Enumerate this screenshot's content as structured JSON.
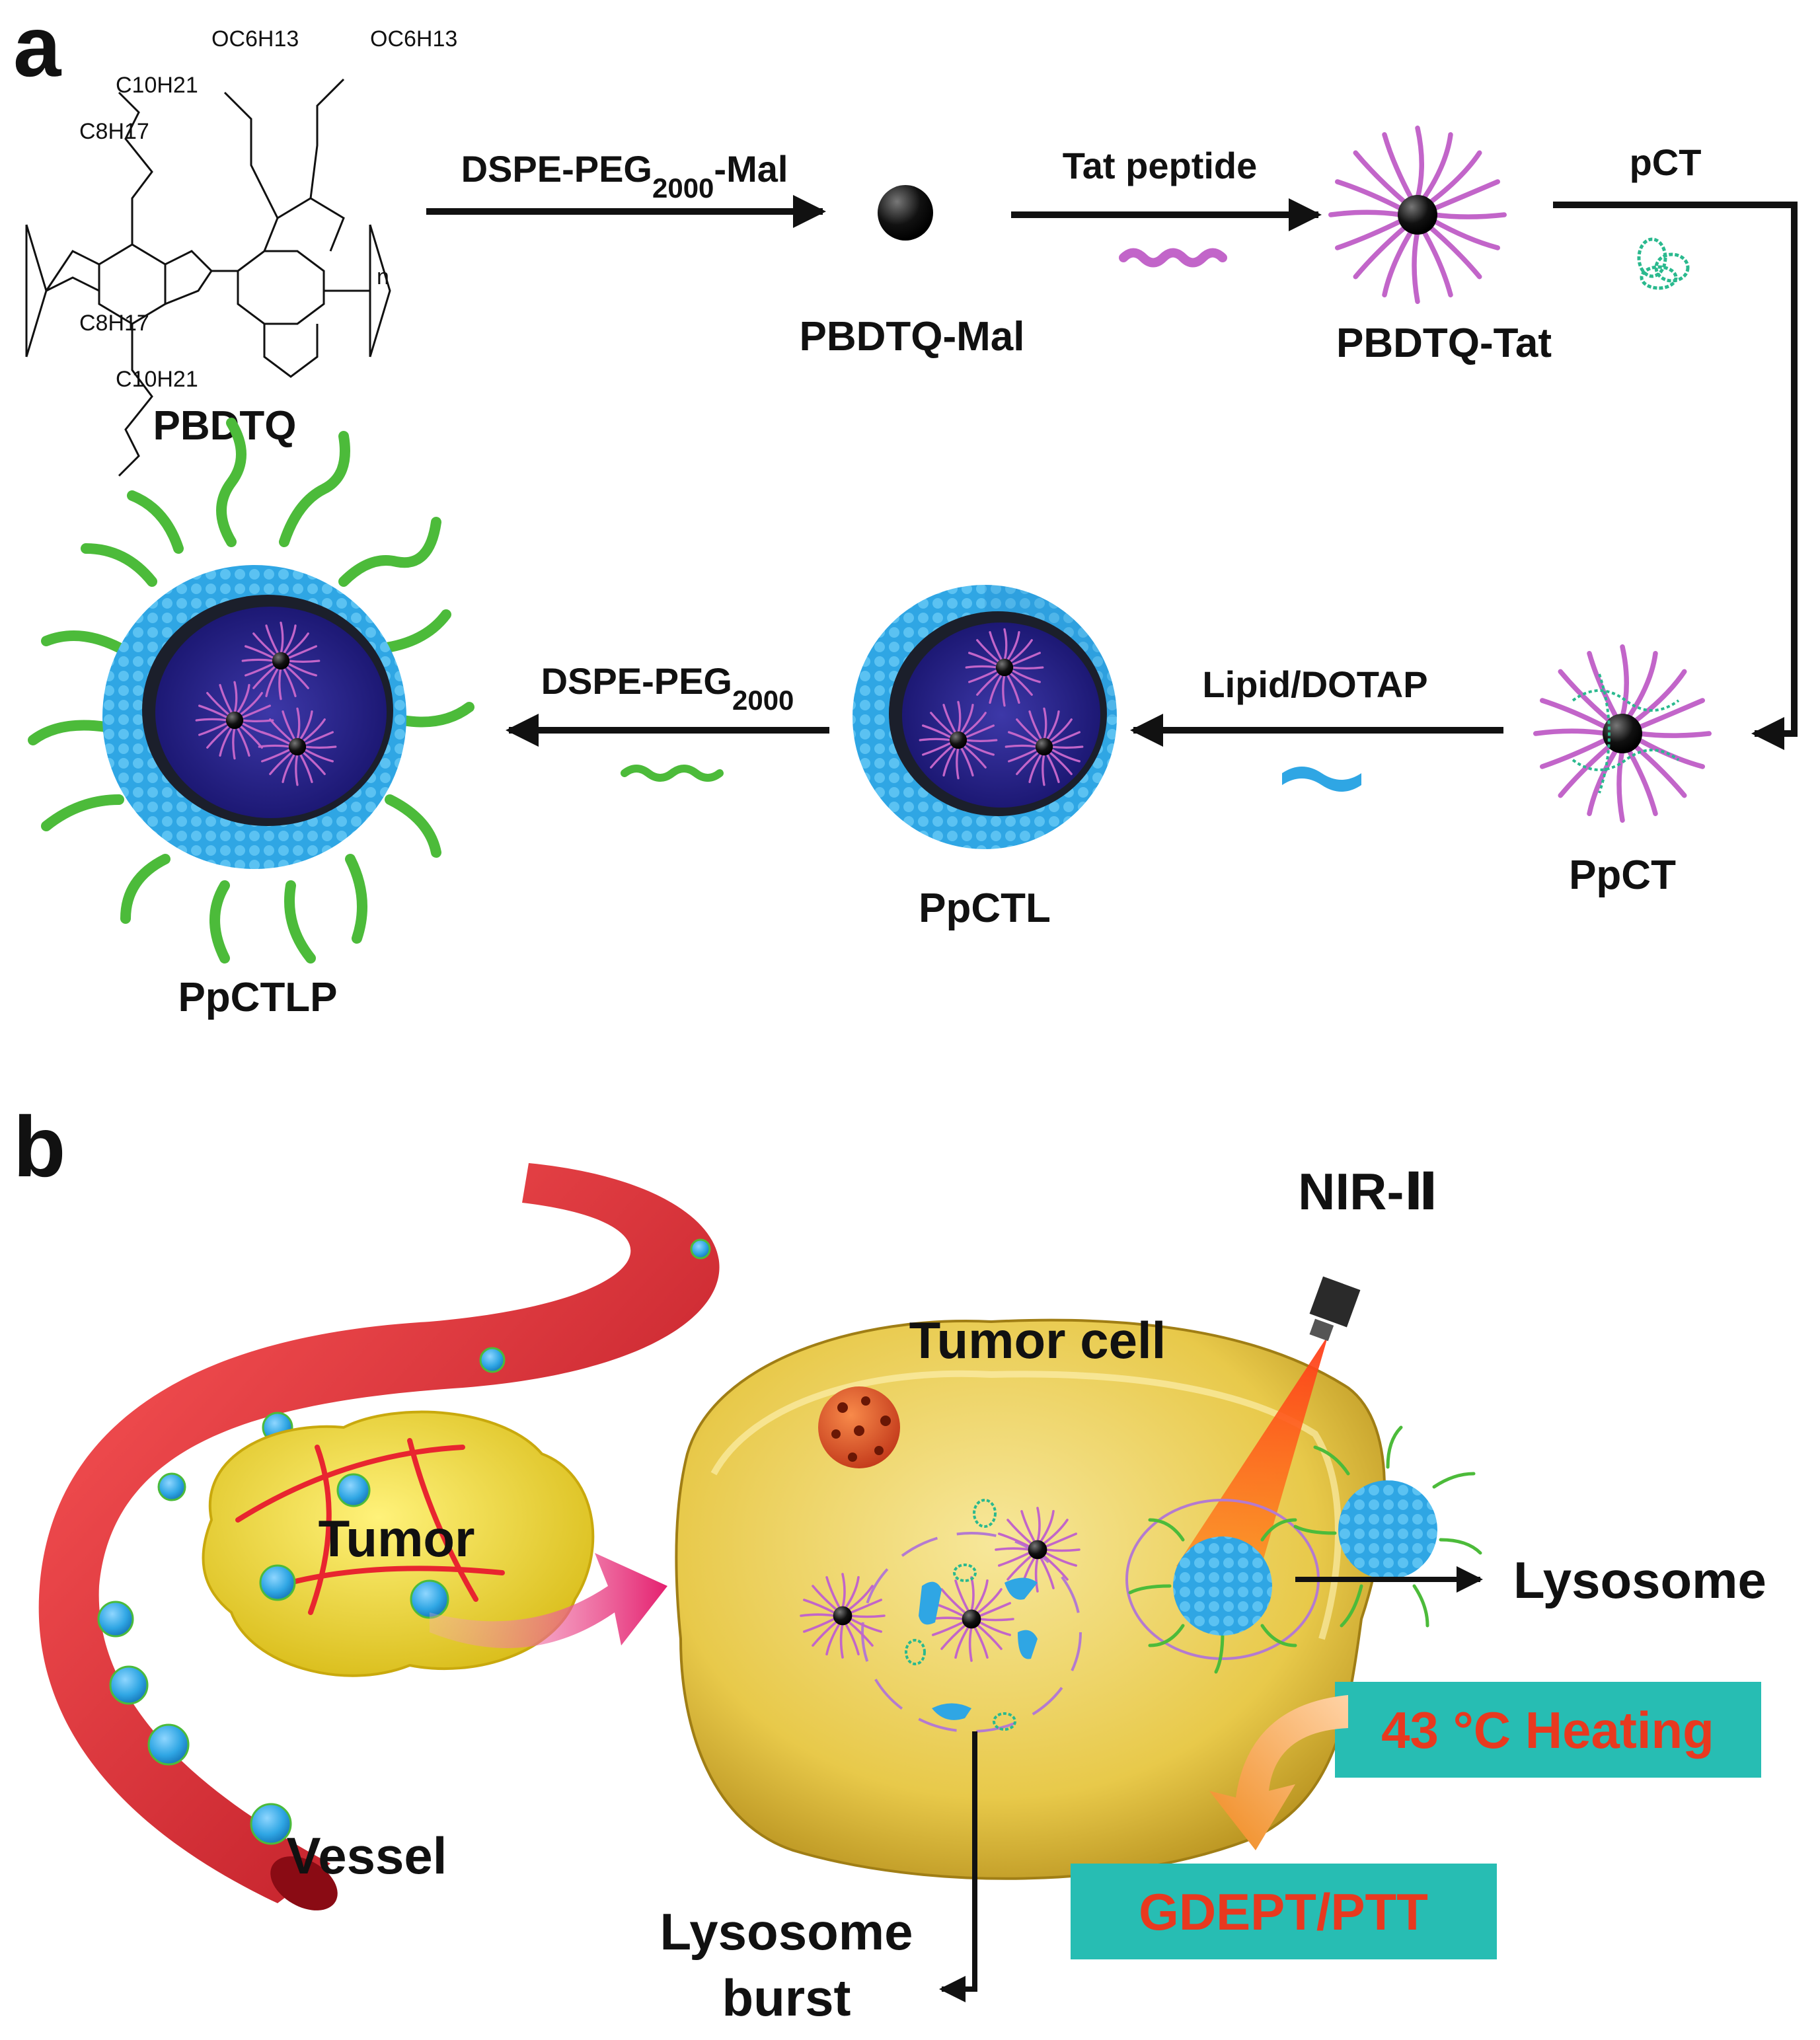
{
  "panel_a": {
    "panel_label": "a",
    "monomer_label": "PBDTQ",
    "chem_groups": {
      "oc6h13_left": "OC6H13",
      "oc6h13_right": "OC6H13",
      "c10h21_top": "C10H21",
      "c8h17_top": "C8H17",
      "c8h17_bottom": "C8H17",
      "c10h21_bottom": "C10H21",
      "repeat_n": "n"
    },
    "steps": {
      "step1": {
        "reagent_main": "DSPE-PEG",
        "reagent_sub": "2000",
        "reagent_tail": "-Mal"
      },
      "step2": {
        "reagent": "Tat peptide"
      },
      "step3": {
        "reagent": "pCT"
      },
      "step4": {
        "reagent": "Lipid/DOTAP"
      },
      "step5": {
        "reagent_main": "DSPE-PEG",
        "reagent_sub": "2000"
      }
    },
    "products": {
      "p1": "PBDTQ-Mal",
      "p2": "PBDTQ-Tat",
      "p3": "PpCT",
      "p4": "PpCTL",
      "p5": "PpCTLP"
    }
  },
  "panel_b": {
    "panel_label": "b",
    "laser": "NIR-Ⅱ",
    "tumor_cell": "Tumor cell",
    "tumor": "Tumor",
    "lysosome": "Lysosome",
    "vessel": "Vessel",
    "lysosome_burst_1": "Lysosome",
    "lysosome_burst_2": "burst",
    "heating": "43 °C Heating",
    "therapy": "GDEPT/PTT"
  },
  "colors": {
    "lipid_blue": "#2fa6e4",
    "peg_green": "#4cbb3a",
    "tat_magenta": "#c265c9",
    "vessel_red": "#d91f2a",
    "tumor_yellow": "#f2e33a",
    "cell_yellow": "#e8c94a",
    "banner_teal": "#27bdb3",
    "banner_text": "#e8391f",
    "arrow_black": "#111111"
  }
}
